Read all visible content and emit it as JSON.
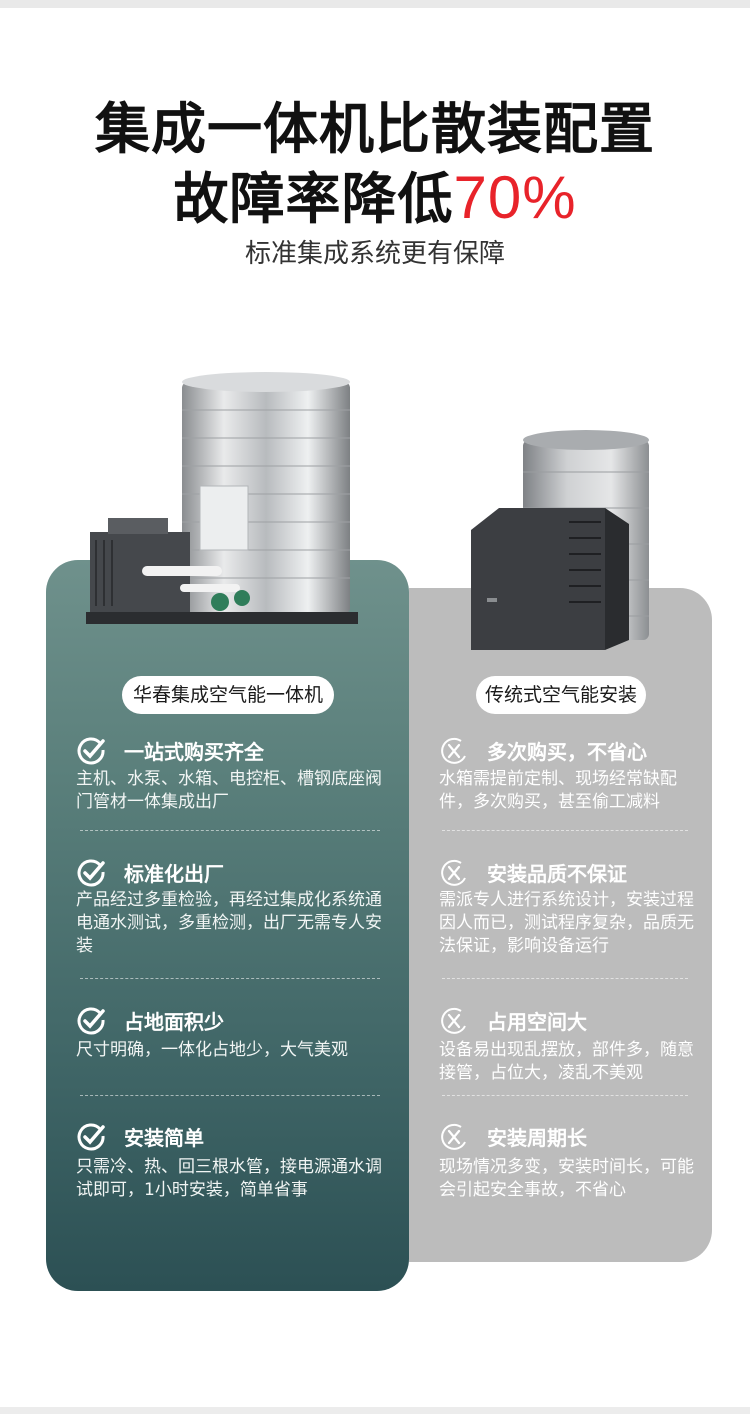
{
  "header": {
    "title_line1": "集成一体机比散装配置",
    "title_line2_prefix": "故障率降低",
    "title_line2_highlight": "70%",
    "subtitle": "标准集成系统更有保障"
  },
  "colors": {
    "accent": "#e8232a",
    "left_panel": "#4a6f6f",
    "right_panel": "#bcbcbc"
  },
  "left": {
    "label": "华春集成空气能一体机",
    "icon": "check-icon",
    "items": [
      {
        "title": "一站式购买齐全",
        "desc": "主机、水泵、水箱、电控柜、槽钢底座阀门管材一体集成出厂"
      },
      {
        "title": "标准化出厂",
        "desc": "产品经过多重检验，再经过集成化系统通电通水测试，多重检测，出厂无需专人安装"
      },
      {
        "title": "占地面积少",
        "desc": "尺寸明确，一体化占地少，大气美观"
      },
      {
        "title": "安装简单",
        "desc": "只需冷、热、回三根水管，接电源通水调试即可，1小时安装，简单省事"
      }
    ]
  },
  "right": {
    "label": "传统式空气能安装",
    "icon": "x-icon",
    "items": [
      {
        "title": "多次购买，不省心",
        "desc": "水箱需提前定制、现场经常缺配件，多次购买，甚至偷工减料"
      },
      {
        "title": "安装品质不保证",
        "desc": "需派专人进行系统设计，安装过程因人而已，测试程序复杂，品质无法保证，影响设备运行"
      },
      {
        "title": "占用空间大",
        "desc": "设备易出现乱摆放，部件多，随意接管，占位大，凌乱不美观"
      },
      {
        "title": "安装周期长",
        "desc": "现场情况多变，安装时间长，可能会引起安全事故，不省心"
      }
    ]
  }
}
